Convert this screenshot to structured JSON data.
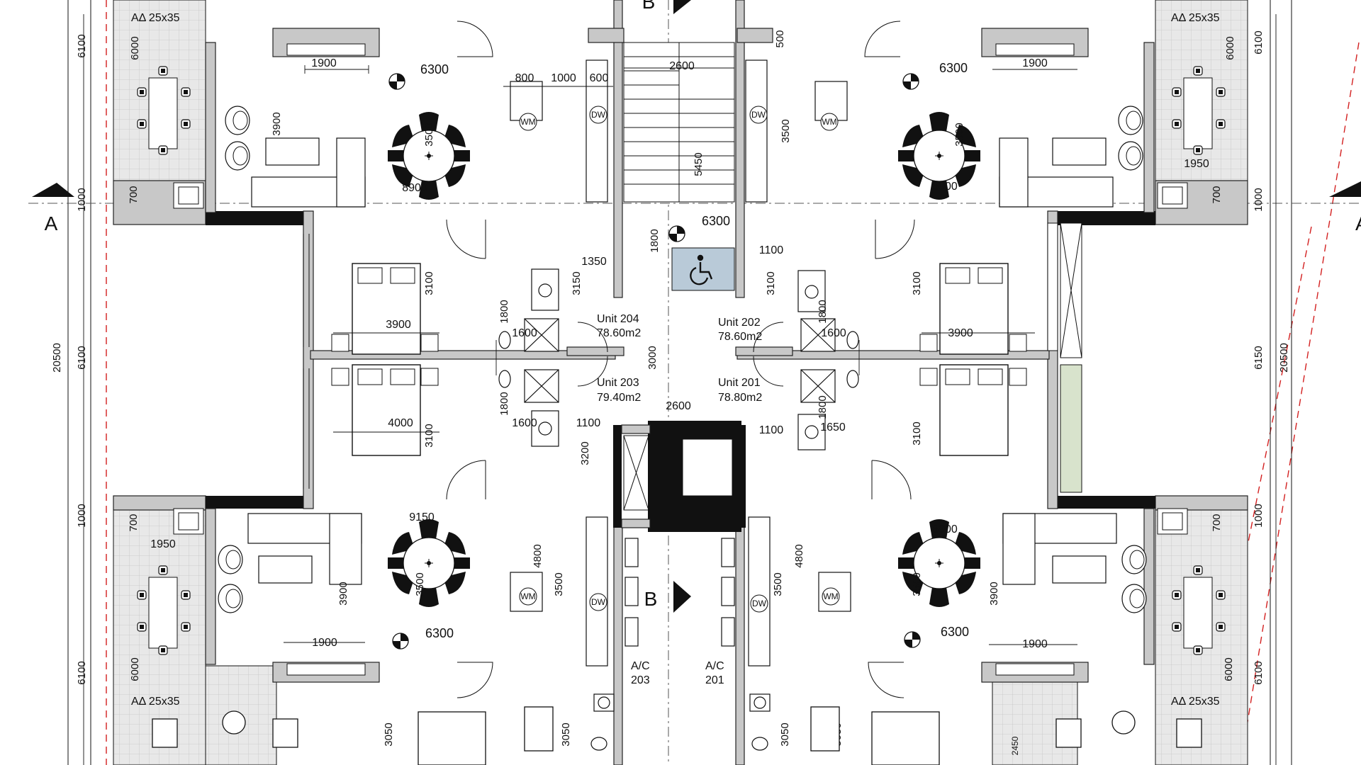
{
  "section_marks": {
    "a_left": "A",
    "a_right": "A",
    "b_top": "B",
    "b_bottom": "B"
  },
  "units": [
    {
      "label": "Unit 204",
      "area": "78.60m2"
    },
    {
      "label": "Unit 202",
      "area": "78.60m2"
    },
    {
      "label": "Unit 203",
      "area": "79.40m2"
    },
    {
      "label": "Unit 201",
      "area": "78.80m2"
    }
  ],
  "ac_labels": [
    {
      "line1": "A/C",
      "line2": "203"
    },
    {
      "line1": "A/C",
      "line2": "201"
    }
  ],
  "ad_labels": [
    "AΔ 25x35",
    "AΔ 25x35",
    "AΔ 25x35",
    "AΔ 25x35"
  ],
  "appliances": {
    "washing_machine": "WM",
    "dishwasher": "DW"
  },
  "overall_dims": {
    "left": [
      "6100",
      "1000",
      "6100",
      "20500",
      "1000",
      "6100"
    ],
    "right": [
      "6100",
      "1000",
      "6150",
      "20500",
      "1000",
      "6100"
    ]
  },
  "dims": {
    "top_left": [
      "6000",
      "1900",
      "6300",
      "800",
      "1000",
      "600",
      "3900",
      "3500",
      "8900",
      "700"
    ],
    "top_right": [
      "500",
      "6300",
      "1900",
      "6000",
      "3500",
      "3500",
      "8900",
      "1950",
      "700"
    ],
    "core": [
      "2600",
      "5450",
      "6300",
      "1800",
      "1350",
      "3150",
      "3000",
      "2600",
      "1100",
      "1100",
      "1100",
      "3200"
    ],
    "mid_left": [
      "3100",
      "3900",
      "1800",
      "1600",
      "4000",
      "3100",
      "1800",
      "1600"
    ],
    "mid_right": [
      "3100",
      "3100",
      "1800",
      "1600",
      "3900",
      "3100",
      "1800",
      "1650"
    ],
    "bottom_left": [
      "700",
      "1950",
      "9150",
      "3900",
      "4800",
      "3500",
      "3500",
      "1900",
      "6300",
      "6000",
      "3050",
      "3050"
    ],
    "bottom_right": [
      "4800",
      "3500",
      "8900",
      "3500",
      "3900",
      "700",
      "6300",
      "1900",
      "6000",
      "3050",
      "3050",
      "2450"
    ]
  },
  "colors": {
    "wall_fill": "#c8c8c8",
    "balcony_tile": "#e6e6e6",
    "lift_accessible": "#b9cad8",
    "planter_green": "#d8e3cc",
    "site_boundary": "#d32020"
  },
  "icons": [
    "wheelchair-icon",
    "section-arrow-icon",
    "level-marker-icon"
  ]
}
